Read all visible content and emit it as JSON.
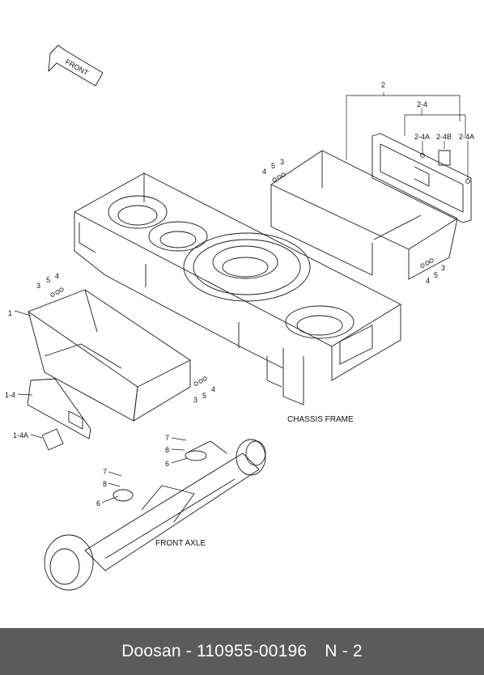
{
  "diagram": {
    "front_arrow": "FRONT",
    "captions": {
      "chassis_frame": "CHASSIS FRAME",
      "front_axle": "FRONT AXLE"
    },
    "callouts": {
      "p1": "1",
      "p1_4": "1-4",
      "p1_4a": "1-4A",
      "p2": "2",
      "p2_4": "2-4",
      "p2_4a_left": "2-4A",
      "p2_4b": "2-4B",
      "p2_4a_right": "2-4A",
      "p3_rtop": "3",
      "p4_rtop": "4",
      "p5_rtop": "5",
      "p3_rbot": "3",
      "p4_rbot": "4",
      "p5_rbot": "5",
      "p3_ltop": "3",
      "p4_ltop": "4",
      "p5_ltop": "5",
      "p3_lbot": "3",
      "p4_lbot": "4",
      "p5_lbot": "5",
      "p7_top": "7",
      "p8_top": "8",
      "p6_top": "6",
      "p7_bot": "7",
      "p8_bot": "8",
      "p6_bot": "6"
    }
  },
  "footer": {
    "brand": "Doosan",
    "dash": "-",
    "part_number": "110955-00196",
    "page": "N - 2"
  },
  "colors": {
    "footer_bg": "#5b5b5b",
    "line": "#1a1a1a",
    "text": "#111111"
  }
}
